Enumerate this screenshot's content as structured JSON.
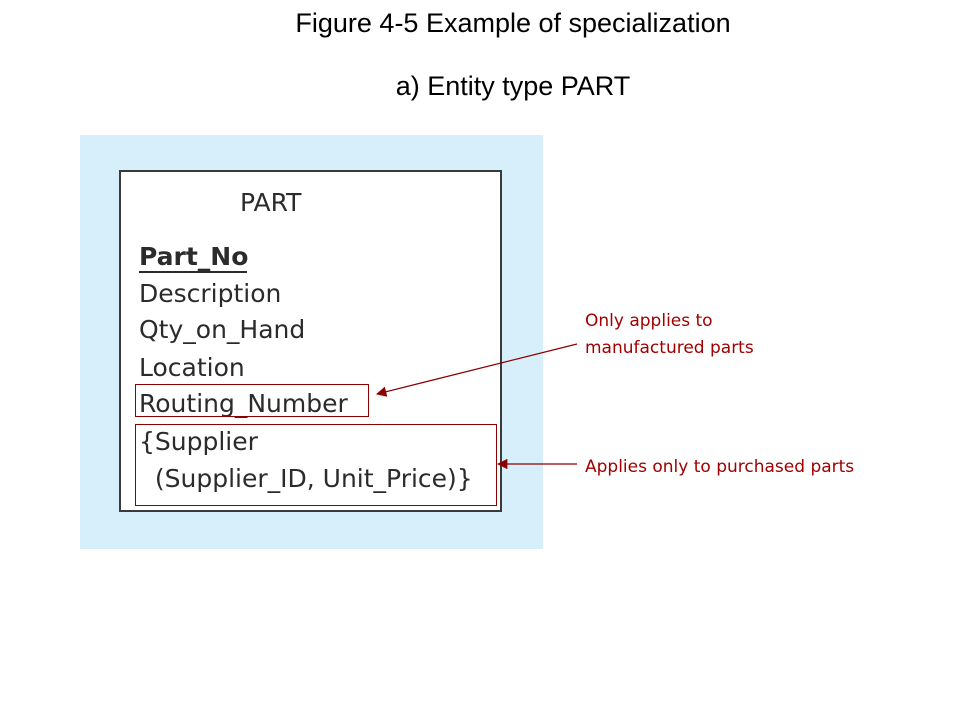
{
  "figure_title": "Figure 4-5 Example of specialization",
  "subtitle": "a) Entity type PART",
  "entity": {
    "name": "PART",
    "attributes": [
      "Part_No",
      "Description",
      "Qty_on_Hand",
      "Location",
      "Routing_Number",
      "{Supplier",
      "  (Supplier_ID, Unit_Price)}"
    ],
    "identifier": "Part_No"
  },
  "annotations": {
    "manufactured_line1": "Only applies to",
    "manufactured_line2": "manufactured parts",
    "purchased": "Applies only to purchased parts"
  },
  "colors": {
    "panel_background": "#d6effa",
    "annotation": "#a00000",
    "arrow": "#8b0000"
  }
}
